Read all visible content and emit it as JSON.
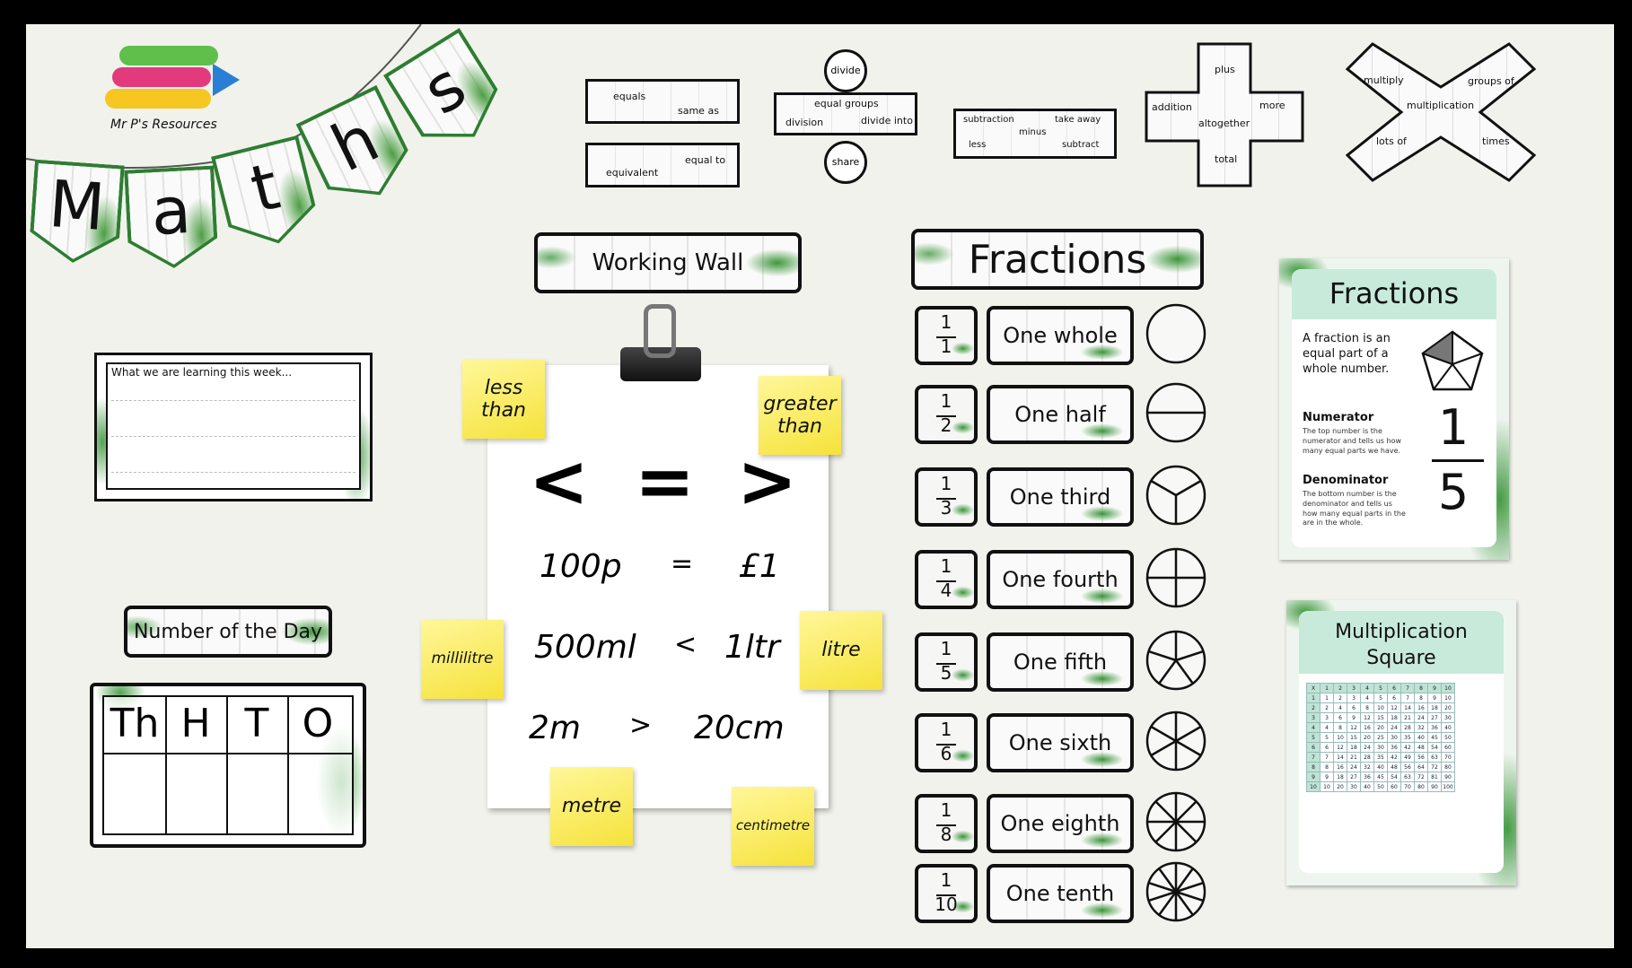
{
  "brand": {
    "logo_text": "Mr P's Resources"
  },
  "bunting": {
    "letters": [
      "M",
      "a",
      "t",
      "h",
      "s"
    ]
  },
  "vocab": {
    "equals_card_1": [
      "equals",
      "same as"
    ],
    "equals_card_2": [
      "equivalent",
      "equal to"
    ],
    "divide": {
      "top": "divide",
      "bottom": "share",
      "words": [
        "equal groups",
        "division",
        "divide into"
      ]
    },
    "minus": [
      "subtraction",
      "take away",
      "minus",
      "less",
      "subtract"
    ],
    "plus": [
      "plus",
      "addition",
      "more",
      "altogether",
      "total"
    ],
    "times": [
      "multiply",
      "groups of",
      "multiplication",
      "lots of",
      "times"
    ]
  },
  "learning": {
    "title": "What we are learning this week..."
  },
  "number_of_day": {
    "title": "Number of the Day",
    "columns": [
      "Th",
      "H",
      "T",
      "O"
    ]
  },
  "working_wall": {
    "title": "Working Wall",
    "symbols": [
      "<",
      "=",
      ">"
    ],
    "rows": [
      [
        "100p",
        "=",
        "£1"
      ],
      [
        "500ml",
        "<",
        "1ltr"
      ],
      [
        "2m",
        ">",
        "20cm"
      ]
    ],
    "notes": [
      "less than",
      "greater than",
      "millilitre",
      "litre",
      "metre",
      "centimetre"
    ]
  },
  "fractions": {
    "title": "Fractions",
    "items": [
      {
        "num": "1",
        "den": "1",
        "name": "One whole",
        "parts": 1
      },
      {
        "num": "1",
        "den": "2",
        "name": "One half",
        "parts": 2
      },
      {
        "num": "1",
        "den": "3",
        "name": "One third",
        "parts": 3
      },
      {
        "num": "1",
        "den": "4",
        "name": "One fourth",
        "parts": 4
      },
      {
        "num": "1",
        "den": "5",
        "name": "One fifth",
        "parts": 5
      },
      {
        "num": "1",
        "den": "6",
        "name": "One sixth",
        "parts": 6
      },
      {
        "num": "1",
        "den": "8",
        "name": "One eighth",
        "parts": 8
      },
      {
        "num": "1",
        "den": "10",
        "name": "One tenth",
        "parts": 10
      }
    ]
  },
  "fraction_poster": {
    "title": "Fractions",
    "definition": "A fraction is an equal part of a whole number.",
    "numerator_label": "Numerator",
    "numerator_text": "The top number is the numerator and tells us how many equal parts we have.",
    "denominator_label": "Denominator",
    "denominator_text": "The bottom number is the denominator and tells us how many equal parts in the are in the whole.",
    "num": "1",
    "den": "5"
  },
  "mult_poster": {
    "title": "Multiplication Square",
    "header": "X"
  },
  "colors": {
    "leaf": "#2e8b2e",
    "sticky": "#f7e84a",
    "mint": "#c8eadb"
  }
}
